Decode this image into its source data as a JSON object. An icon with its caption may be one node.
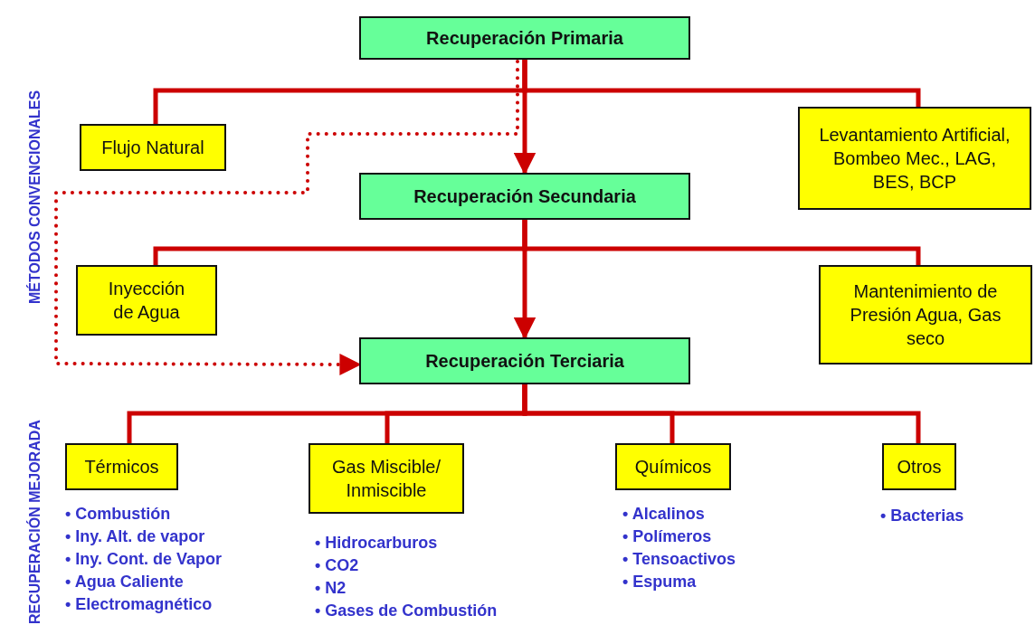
{
  "diagram": {
    "nodes": [
      {
        "text": [
          "Recuperación Primaria"
        ]
      },
      {
        "text": [
          "Flujo Natural"
        ]
      },
      {
        "text": [
          "Levantamiento Artificial, Bombeo Mec., LAG, BES, BCP"
        ]
      },
      {
        "text": [
          "Recuperación Secundaria"
        ]
      },
      {
        "text": [
          "Inyección de Agua"
        ]
      },
      {
        "text": [
          "Mantenimiento de Presión Agua, Gas seco"
        ]
      },
      {
        "text": [
          "Recuperación Terciaria"
        ]
      },
      {
        "text": [
          "Térmicos"
        ]
      },
      {
        "text": [
          "Gas Miscible/ Inmiscible"
        ]
      },
      {
        "text": [
          "Químicos"
        ]
      },
      {
        "text": [
          "Otros"
        ]
      }
    ],
    "edges": [
      {
        "from": 0,
        "to": 1,
        "arrow": "none"
      },
      {
        "from": 0,
        "to": 2,
        "arrow": "none"
      },
      {
        "from": 0,
        "to": 3,
        "arrow": "to"
      },
      {
        "from": 0,
        "to": 6,
        "arrow": "to",
        "style": "dashed"
      },
      {
        "from": 3,
        "to": 4,
        "arrow": "none"
      },
      {
        "from": 3,
        "to": 5,
        "arrow": "none"
      },
      {
        "from": 3,
        "to": 6,
        "arrow": "to"
      },
      {
        "from": 6,
        "to": 7,
        "arrow": "none"
      },
      {
        "from": 6,
        "to": 8,
        "arrow": "none"
      },
      {
        "from": 6,
        "to": 9,
        "arrow": "none"
      },
      {
        "from": 6,
        "to": 10,
        "arrow": "none"
      }
    ],
    "labels": [
      "MÉTODOS CONVENCIONALES",
      "RECUPERACIÓN MEJORADA",
      "• Combustión",
      "• Iny. Alt. de vapor",
      "• Iny. Cont. de Vapor",
      "• Agua Caliente",
      "• Electromagnético",
      "• Hidrocarburos",
      "• CO2",
      "• N2",
      "• Gases de Combustión",
      "• Alcalinos",
      "• Polímeros",
      "• Tensoactivos",
      "• Espuma",
      "• Bacterias"
    ]
  }
}
